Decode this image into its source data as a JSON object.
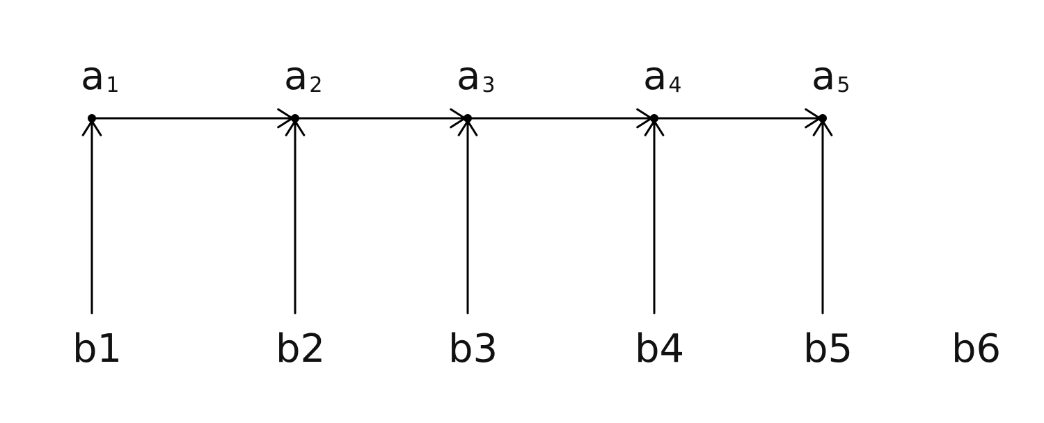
{
  "diagram": {
    "top_nodes": [
      {
        "id": "a1",
        "base": "a",
        "sub": "1"
      },
      {
        "id": "a2",
        "base": "a",
        "sub": "2"
      },
      {
        "id": "a3",
        "base": "a",
        "sub": "3"
      },
      {
        "id": "a4",
        "base": "a",
        "sub": "4"
      },
      {
        "id": "a5",
        "base": "a",
        "sub": "5"
      }
    ],
    "bottom_labels": [
      {
        "id": "b1",
        "text": "b1"
      },
      {
        "id": "b2",
        "text": "b2"
      },
      {
        "id": "b3",
        "text": "b3"
      },
      {
        "id": "b4",
        "text": "b4"
      },
      {
        "id": "b5",
        "text": "b5"
      },
      {
        "id": "b6",
        "text": "b6"
      }
    ],
    "edges": [
      {
        "from": "a1",
        "to": "a2"
      },
      {
        "from": "a2",
        "to": "a3"
      },
      {
        "from": "a3",
        "to": "a4"
      },
      {
        "from": "a4",
        "to": "a5"
      },
      {
        "from": "b1",
        "to": "a1"
      },
      {
        "from": "b2",
        "to": "a2"
      },
      {
        "from": "b3",
        "to": "a3"
      },
      {
        "from": "b4",
        "to": "a4"
      },
      {
        "from": "b5",
        "to": "a5"
      }
    ]
  }
}
